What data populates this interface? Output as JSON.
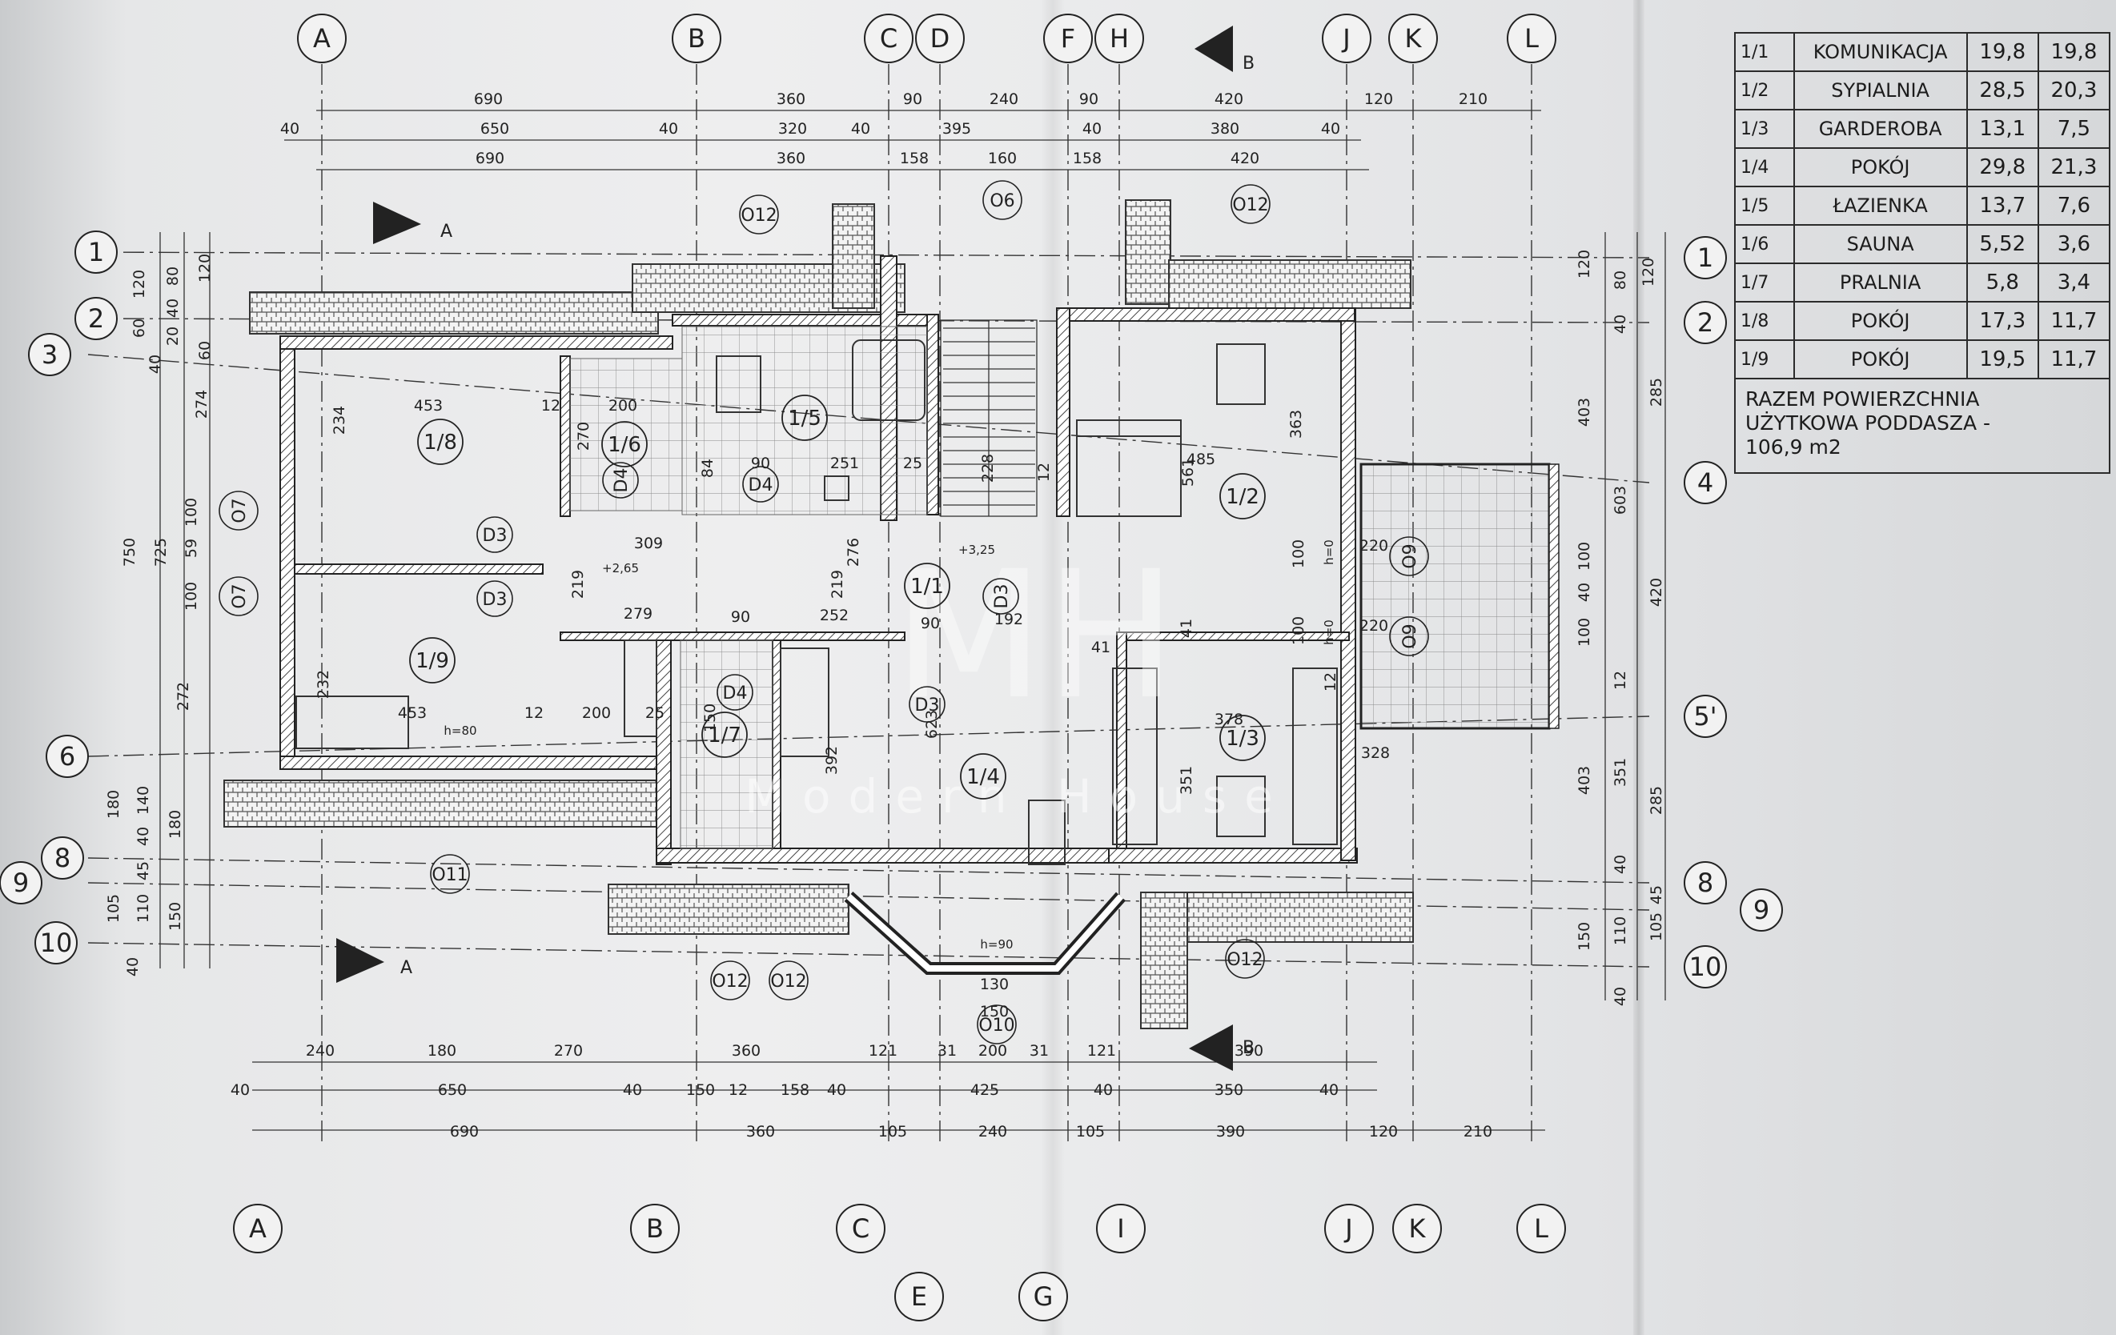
{
  "column_axes_top": [
    "A",
    "B",
    "C",
    "D",
    "F",
    "H",
    "J",
    "K",
    "L"
  ],
  "column_axes_bottom": [
    "A",
    "B",
    "C",
    "E",
    "G",
    "I",
    "J",
    "K",
    "L"
  ],
  "row_axes_left": [
    "1",
    "2",
    "3",
    "6",
    "8",
    "9",
    "10"
  ],
  "row_axes_right": [
    "1",
    "2",
    "4",
    "5'",
    "8",
    "9",
    "10"
  ],
  "section_marks": {
    "a_top": "A",
    "a_bottom": "A",
    "b_top": "B",
    "b_bottom": "B"
  },
  "top_dims": {
    "row1": [
      "690",
      "360",
      "90",
      "240",
      "90",
      "420",
      "120",
      "210"
    ],
    "row2": [
      "40",
      "650",
      "40",
      "320",
      "40",
      "395",
      "40",
      "380",
      "40"
    ],
    "row3": [
      "690",
      "360",
      "158",
      "160",
      "158",
      "420"
    ]
  },
  "bottom_dims": {
    "row1": [
      "240",
      "180",
      "270",
      "360",
      "121",
      "31",
      "200",
      "31",
      "121",
      "390"
    ],
    "row2": [
      "40",
      "650",
      "40",
      "150",
      "12",
      "158",
      "40",
      "425",
      "40",
      "350",
      "40"
    ],
    "row3": [
      "690",
      "360",
      "105",
      "240",
      "105",
      "390",
      "120",
      "210"
    ]
  },
  "left_dims": [
    "120",
    "80",
    "120",
    "40",
    "60",
    "20",
    "60",
    "40",
    "274",
    "750",
    "725",
    "100",
    "59",
    "100",
    "272",
    "180",
    "140",
    "180",
    "40",
    "45",
    "105",
    "110",
    "150",
    "40"
  ],
  "right_dims": [
    "120",
    "80",
    "120",
    "40",
    "403",
    "603",
    "285",
    "420",
    "100",
    "40",
    "100",
    "12",
    "403",
    "351",
    "285",
    "40",
    "45",
    "105",
    "110",
    "150",
    "40"
  ],
  "rooms": [
    {
      "id": "1/1",
      "label": "1/1"
    },
    {
      "id": "1/2",
      "label": "1/2"
    },
    {
      "id": "1/3",
      "label": "1/3"
    },
    {
      "id": "1/4",
      "label": "1/4"
    },
    {
      "id": "1/5",
      "label": "1/5"
    },
    {
      "id": "1/6",
      "label": "1/6"
    },
    {
      "id": "1/7",
      "label": "1/7"
    },
    {
      "id": "1/8",
      "label": "1/8"
    },
    {
      "id": "1/9",
      "label": "1/9"
    }
  ],
  "doors": [
    "D3",
    "D3",
    "D4",
    "D4",
    "D4",
    "D3",
    "D3"
  ],
  "windows": [
    "O12",
    "O6",
    "O12",
    "O7",
    "O7",
    "O9",
    "O9",
    "O11",
    "O12",
    "O12",
    "O10",
    "O12"
  ],
  "inner_dims": [
    "453",
    "12",
    "200",
    "234",
    "270",
    "84",
    "90",
    "251",
    "25",
    "228",
    "12",
    "485",
    "561",
    "363",
    "309",
    "219",
    "279",
    "90",
    "252",
    "219",
    "276",
    "90",
    "192",
    "378",
    "232",
    "453",
    "12",
    "200",
    "25",
    "150",
    "392",
    "623",
    "351",
    "328",
    "130",
    "150",
    "100",
    "100",
    "220",
    "220",
    "41",
    "12",
    "41"
  ],
  "notes": [
    "h=80",
    "h=90",
    "+3,25",
    "+2,65",
    "h=0",
    "h=0"
  ],
  "watermark": {
    "logo": "MH",
    "text": "Modern House"
  },
  "area_table": [
    {
      "no": "1/1",
      "name": "KOMUNIKACJA",
      "a": "19,8",
      "b": "19,8"
    },
    {
      "no": "1/2",
      "name": "SYPIALNIA",
      "a": "28,5",
      "b": "20,3"
    },
    {
      "no": "1/3",
      "name": "GARDEROBA",
      "a": "13,1",
      "b": "7,5"
    },
    {
      "no": "1/4",
      "name": "POKÓJ",
      "a": "29,8",
      "b": "21,3"
    },
    {
      "no": "1/5",
      "name": "ŁAZIENKA",
      "a": "13,7",
      "b": "7,6"
    },
    {
      "no": "1/6",
      "name": "SAUNA",
      "a": "5,52",
      "b": "3,6"
    },
    {
      "no": "1/7",
      "name": "PRALNIA",
      "a": "5,8",
      "b": "3,4"
    },
    {
      "no": "1/8",
      "name": "POKÓJ",
      "a": "17,3",
      "b": "11,7"
    },
    {
      "no": "1/9",
      "name": "POKÓJ",
      "a": "19,5",
      "b": "11,7"
    }
  ],
  "total": {
    "line1": "RAZEM POWIERZCHNIA",
    "line2": "UŻYTKOWA PODDASZA -",
    "line3": "106,9 m2"
  },
  "colors": {
    "paper": "#ececed",
    "ink": "#1f1f1f",
    "hatch": "#555555"
  }
}
